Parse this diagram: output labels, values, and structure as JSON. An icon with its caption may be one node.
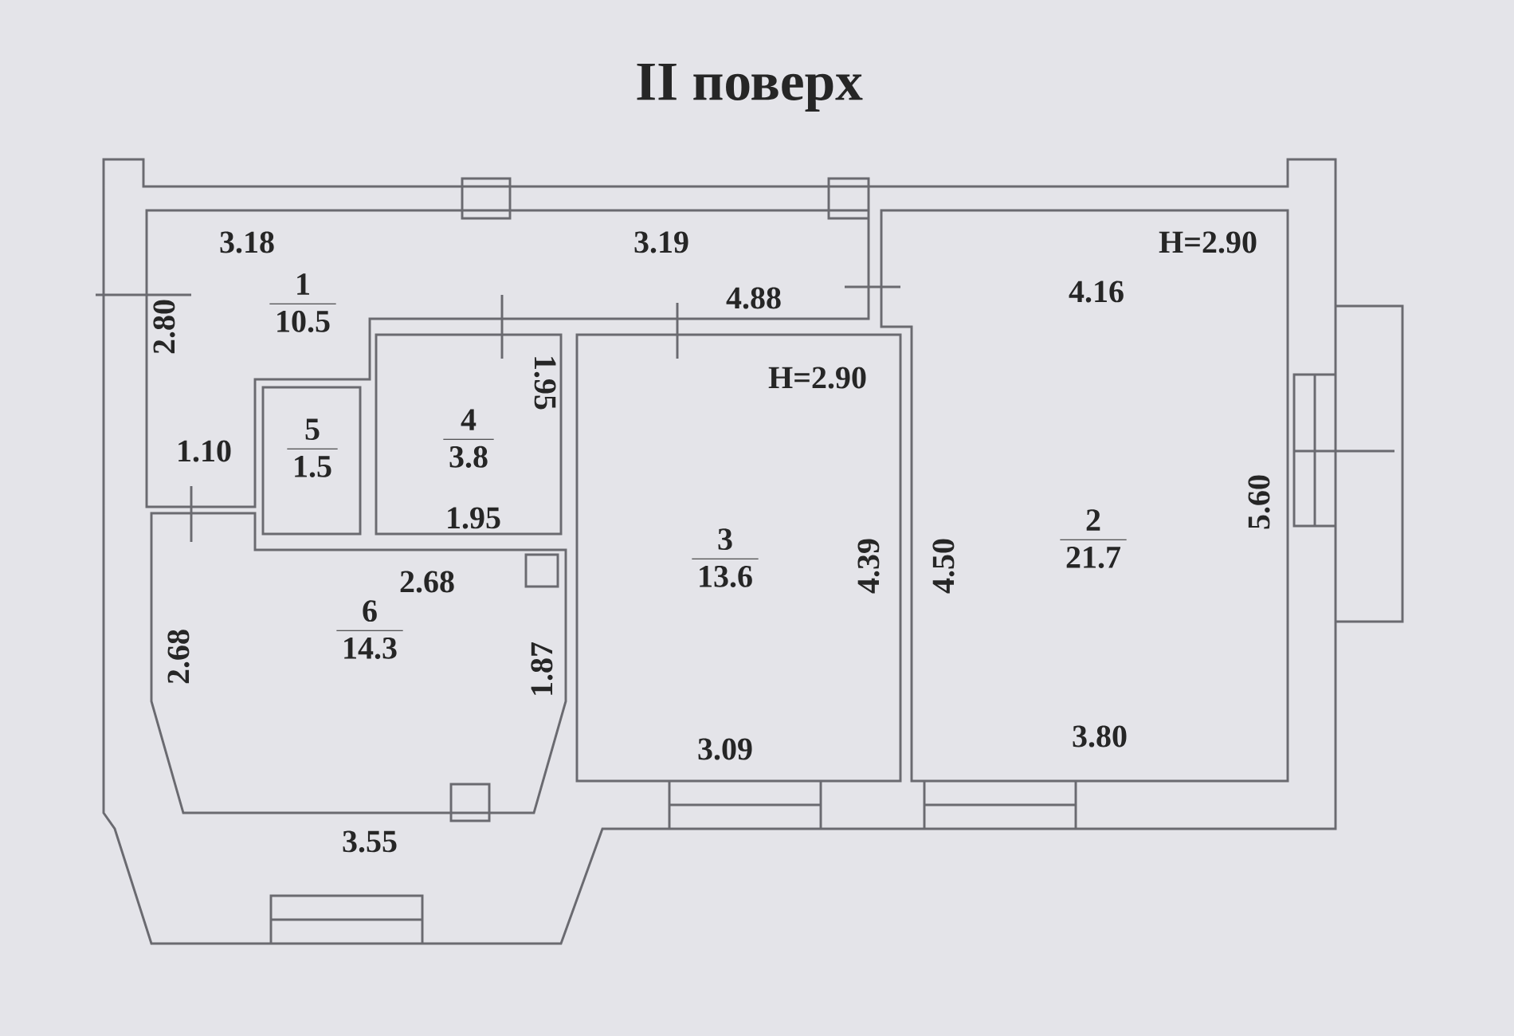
{
  "diagram": {
    "title": "II поверх",
    "nodes": [
      {
        "text": [
          "1",
          "10.5"
        ]
      },
      {
        "text": [
          "5",
          "1.5"
        ]
      },
      {
        "text": [
          "4",
          "3.8"
        ]
      },
      {
        "text": [
          "3",
          "13.6"
        ]
      },
      {
        "text": [
          "2",
          "21.7"
        ]
      },
      {
        "text": [
          "6",
          "14.3"
        ]
      }
    ],
    "labels": [
      "3.18",
      "3.19",
      "H=2.90",
      "4.88",
      "2.80",
      "4.16",
      "1.95",
      "H=2.90",
      "1.10",
      "1.95",
      "5.60",
      "2.68",
      "4.39",
      "4.50",
      "2.68",
      "1.87",
      "3.09",
      "3.80",
      "3.55"
    ]
  }
}
